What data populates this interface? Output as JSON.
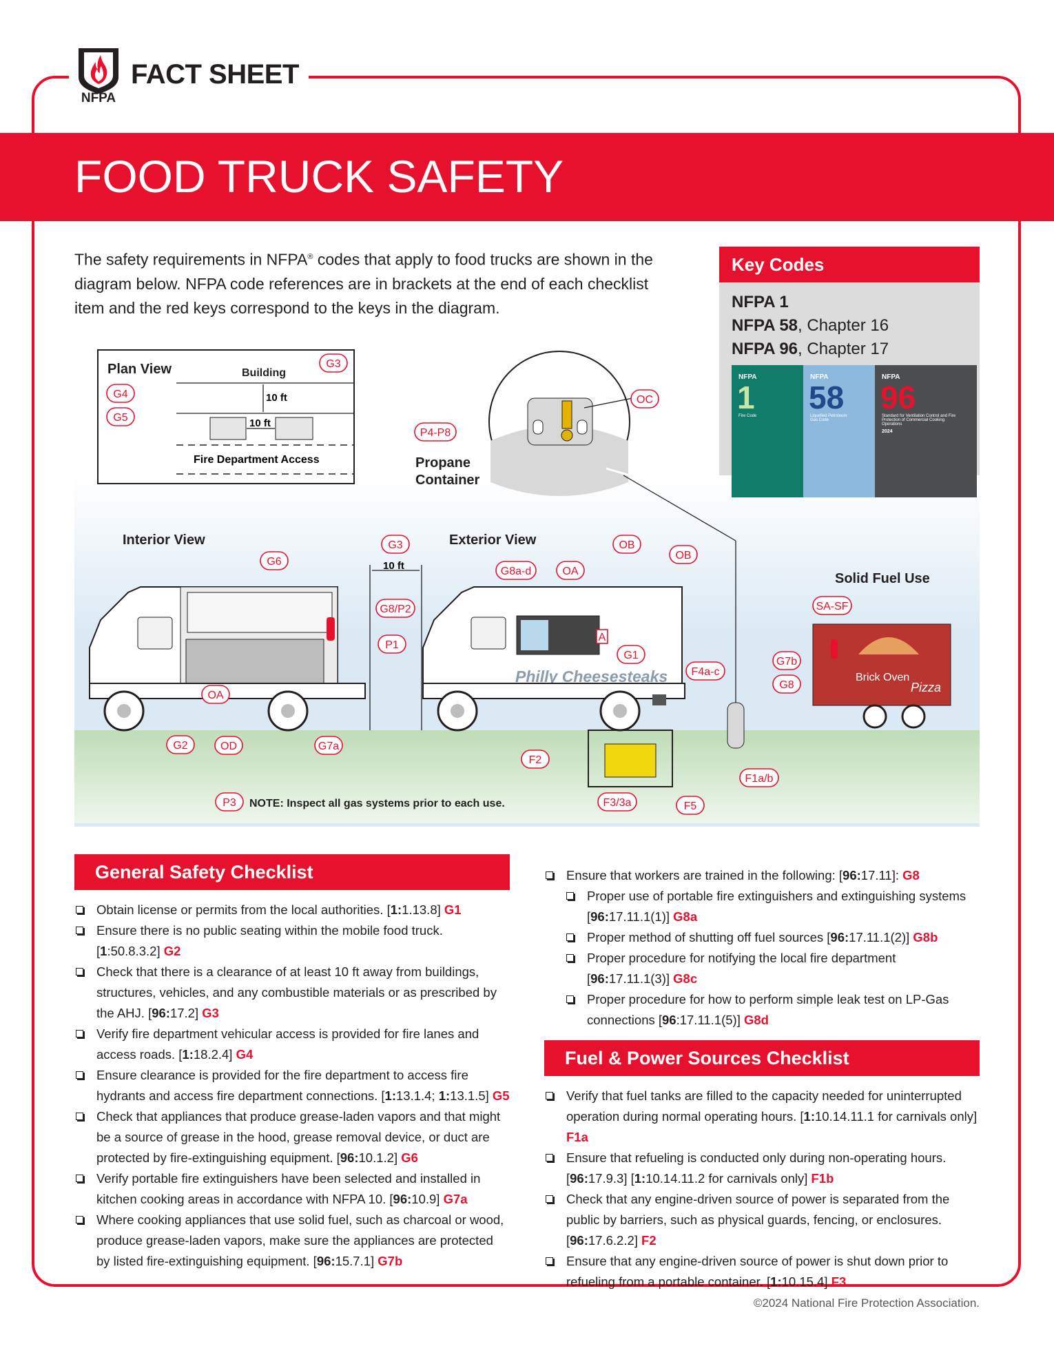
{
  "header": {
    "logo_text": "NFPA",
    "fact_sheet": "FACT SHEET"
  },
  "banner": {
    "title": "FOOD TRUCK SAFETY"
  },
  "intro": {
    "p1": "The safety requirements in NFPA",
    "reg": "®",
    "p2": " codes that apply to food trucks are shown in the diagram below. NFPA code references are in brackets at the end of each checklist item and the red keys correspond to the keys in the diagram."
  },
  "key_codes": {
    "title": "Key Codes",
    "l1_bold": "NFPA 1",
    "l2_bold": "NFPA 58",
    "l2_rest": ", Chapter 16",
    "l3_bold": "NFPA 96",
    "l3_rest": ", Chapter 17",
    "books": [
      {
        "brand": "NFPA",
        "num": "1",
        "sub": "Fire Code"
      },
      {
        "brand": "NFPA",
        "num": "58",
        "sub": "Liquefied Petroleum Gas Code"
      },
      {
        "brand": "NFPA",
        "num": "96",
        "sub": "Standard for Ventilation Control and Fire Protection of Commercial Cooking Operations",
        "year": "2024"
      }
    ]
  },
  "diagram": {
    "plan_view": "Plan View",
    "building": "Building",
    "ten_ft": "10 ft",
    "fire_access": "Fire Department Access",
    "propane": "Propane",
    "container": "Container",
    "interior_view": "Interior View",
    "exterior_view": "Exterior View",
    "solid_fuel": "Solid Fuel Use",
    "truck_sign": "Philly Cheesesteaks",
    "oven_sign1": "Brick Oven",
    "oven_sign2": "Pizza",
    "generator": "",
    "note": "NOTE: Inspect all gas systems prior to each use.",
    "tags": {
      "G3a": "G3",
      "G4": "G4",
      "G5": "G5",
      "OC": "OC",
      "P4P8": "P4-P8",
      "G6": "G6",
      "G3b": "G3",
      "G8P2": "G8/P2",
      "P1": "P1",
      "OA1": "OA",
      "G2": "G2",
      "OD": "OD",
      "G7a": "G7a",
      "OB1": "OB",
      "OB2": "OB",
      "G8ad": "G8a-d",
      "OA2": "OA",
      "G1": "G1",
      "F4ac": "F4a-c",
      "SASF": "SA-SF",
      "G7b": "G7b",
      "G8": "G8",
      "F1ab": "F1a/b",
      "F2": "F2",
      "F3": "F3/3a",
      "F5": "F5",
      "P3": "P3",
      "A": "A"
    }
  },
  "general": {
    "title": "General Safety Checklist",
    "items": [
      {
        "pre": "Obtain license or permits from the local authorities. [",
        "b": "1:",
        "ref": "1.13.8] ",
        "key": "G1"
      },
      {
        "pre": "Ensure there is no public seating within the mobile food truck. [",
        "b": "1",
        "ref": ":50.8.3.2] ",
        "key": "G2"
      },
      {
        "pre": "Check that there is a clearance of at least 10 ft away from buildings, structures, vehicles, and any combustible materials or as prescribed by the AHJ. [",
        "b": "96:",
        "ref": "17.2] ",
        "key": "G3"
      },
      {
        "pre": "Verify fire department vehicular access is provided for fire lanes and access roads. [",
        "b": "1:",
        "ref": "18.2.4] ",
        "key": "G4"
      },
      {
        "pre": "Ensure clearance is provided for the fire department to access fire hydrants and access fire department connections. [",
        "b": "1:",
        "ref": "13.1.4; ",
        "b2": "1:",
        "ref2": "13.1.5] ",
        "key": "G5"
      },
      {
        "pre": "Check that appliances that produce grease-laden vapors and that might be a source of grease in the hood, grease removal device, or duct are protected by fire-extinguishing equipment. [",
        "b": "96:",
        "ref": "10.1.2] ",
        "key": "G6"
      },
      {
        "pre": "Verify portable fire extinguishers have been selected and installed in kitchen cooking areas in accordance with NFPA 10. [",
        "b": "96:",
        "ref": "10.9] ",
        "key": "G7a"
      },
      {
        "pre": "Where cooking appliances that use solid fuel, such as charcoal or wood, produce grease-laden vapors, make sure the appliances are protected by listed fire-extinguishing equipment. [",
        "b": "96:",
        "ref": "15.7.1] ",
        "key": "G7b"
      }
    ]
  },
  "training": {
    "items": [
      {
        "pre": "Ensure that workers are trained in the following: [",
        "b": "96:",
        "ref": "17.11]: ",
        "key": "G8",
        "sub": false
      },
      {
        "pre": "Proper use of portable fire extinguishers and extinguishing systems [",
        "b": "96:",
        "ref": "17.11.1(1)] ",
        "key": "G8a",
        "sub": true
      },
      {
        "pre": "Proper method of shutting off fuel sources [",
        "b": "96:",
        "ref": "17.11.1(2)] ",
        "key": "G8b",
        "sub": true
      },
      {
        "pre": "Proper procedure for notifying the local fire department [",
        "b": "96:",
        "ref": "17.11.1(3)] ",
        "key": "G8c",
        "sub": true
      },
      {
        "pre": "Proper procedure for how to perform simple leak test on LP-Gas connections [",
        "b": "96",
        "ref": ":17.11.1(5)] ",
        "key": "G8d",
        "sub": true
      }
    ]
  },
  "fuel": {
    "title": "Fuel & Power Sources Checklist",
    "items": [
      {
        "pre": "Verify that fuel tanks are filled to the capacity needed for uninterrupted operation during normal operating hours. [",
        "b": "1:",
        "ref": "10.14.11.1 for carnivals only] ",
        "key": "F1a"
      },
      {
        "pre": "Ensure that refueling is conducted only during non-operating hours. [",
        "b": "96:",
        "ref": "17.9.3] [",
        "b2": "1:",
        "ref2": "10.14.11.2 for carnivals only] ",
        "key": "F1b"
      },
      {
        "pre": "Check that any engine-driven source of power is separated from the public by barriers, such as physical guards, fencing, or enclosures. [",
        "b": "96:",
        "ref": "17.6.2.2] ",
        "key": "F2"
      },
      {
        "pre": "Ensure that any engine-driven source of power is shut down prior to refueling from a portable container. [",
        "b": "1:",
        "ref": "10.15.4] ",
        "key": "F3"
      }
    ]
  },
  "footer": {
    "copyright": "©2024 National Fire Protection Association."
  },
  "colors": {
    "red": "#e8112d",
    "text": "#231f20",
    "key_bg": "#dcdcdc"
  }
}
